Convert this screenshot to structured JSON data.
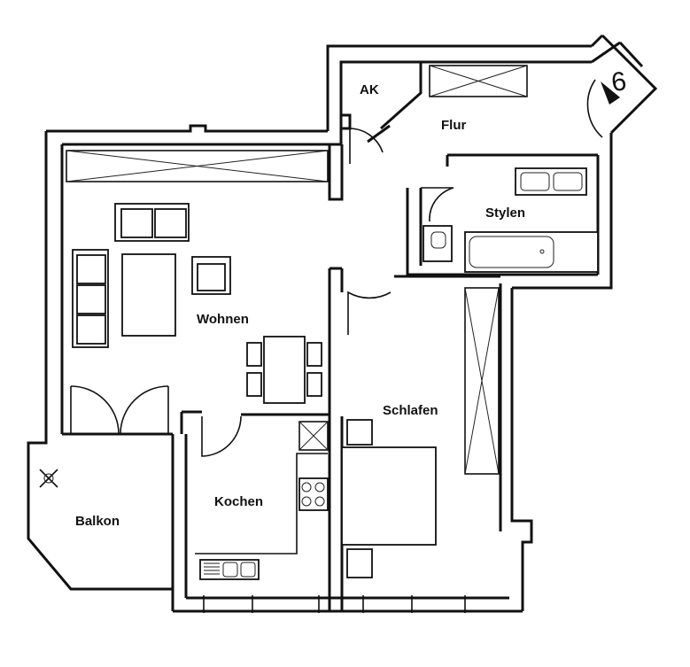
{
  "rooms": {
    "ak": "AK",
    "flur": "Flur",
    "stylen": "Stylen",
    "wohnen": "Wohnen",
    "schlafen": "Schlafen",
    "kochen": "Kochen",
    "balkon": "Balkon"
  },
  "staircase_number": "6"
}
